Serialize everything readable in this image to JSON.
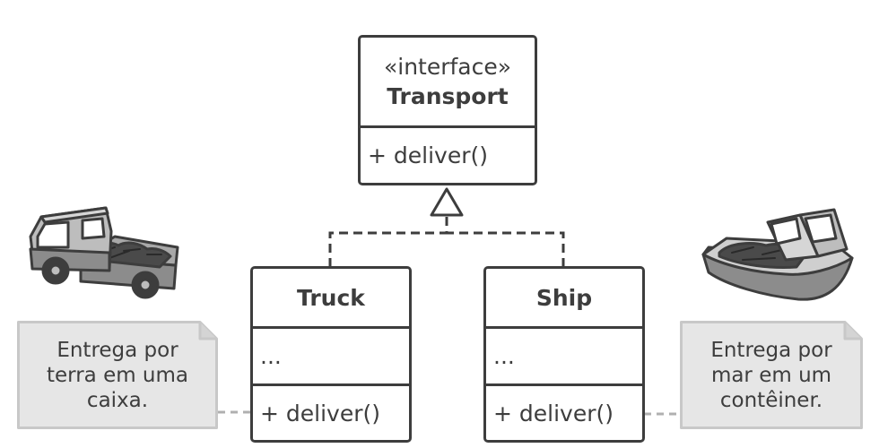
{
  "interface": {
    "stereotype": "«interface»",
    "name": "Transport",
    "method": "+ deliver()"
  },
  "classes": [
    {
      "name": "Truck",
      "fields": "...",
      "method": "+ deliver()"
    },
    {
      "name": "Ship",
      "fields": "...",
      "method": "+ deliver()"
    }
  ],
  "notes": {
    "truck": "Entrega por\nterra em uma\ncaixa.",
    "ship": "Entrega por\nmar em um\ncontêiner."
  },
  "illustrations": {
    "truck": "truck-illustration",
    "ship": "boat-illustration"
  },
  "colors": {
    "stroke": "#3d3d3d",
    "note_fill": "#e6e6e6",
    "note_border": "#c8c8c8"
  }
}
